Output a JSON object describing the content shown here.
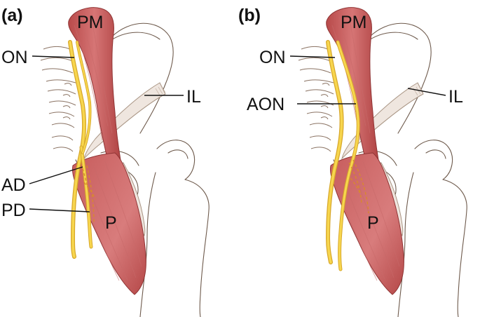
{
  "panels": [
    {
      "id": "a",
      "tag": "(a)",
      "labels": {
        "pm": "PM",
        "on": "ON",
        "il": "IL",
        "ad": "AD",
        "pd": "PD",
        "p": "P"
      }
    },
    {
      "id": "b",
      "tag": "(b)",
      "labels": {
        "pm": "PM",
        "on": "ON",
        "aon": "AON",
        "il": "IL",
        "p": "P"
      }
    }
  ],
  "colors": {
    "muscle": "#c95f5f",
    "muscle_dark": "#a94545",
    "nerve": "#f2c93a",
    "ligament": "#efe6df",
    "bone_outline": "#6e5a4c"
  }
}
